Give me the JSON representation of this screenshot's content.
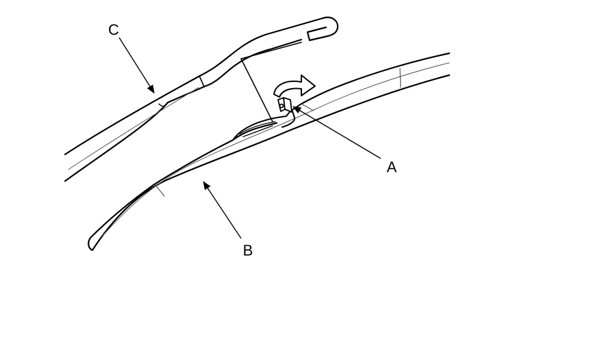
{
  "diagram": {
    "callouts": {
      "a": "A",
      "b": "B",
      "c": "C"
    },
    "colors": {
      "ink": "#000000",
      "fill": "#ffffff",
      "thin_line": "#555555"
    }
  }
}
